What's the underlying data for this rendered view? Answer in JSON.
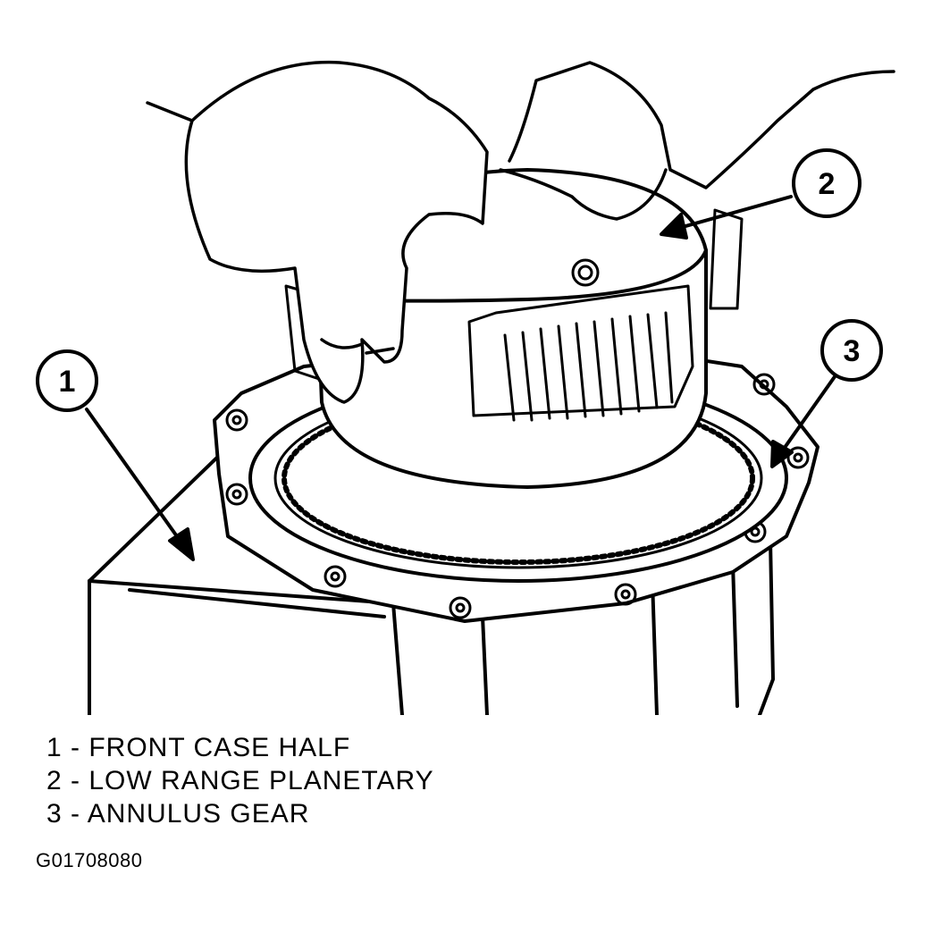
{
  "callouts": [
    {
      "number": "1",
      "label": "FRONT CASE HALF"
    },
    {
      "number": "2",
      "label": "LOW RANGE PLANETARY"
    },
    {
      "number": "3",
      "label": "ANNULUS GEAR"
    }
  ],
  "legend": [
    {
      "text": "1 - FRONT CASE HALF"
    },
    {
      "text": "2 - LOW RANGE PLANETARY"
    },
    {
      "text": "3 - ANNULUS GEAR"
    }
  ],
  "figure_id": "G01708080",
  "colors": {
    "ink": "#000000",
    "paper": "#ffffff"
  }
}
